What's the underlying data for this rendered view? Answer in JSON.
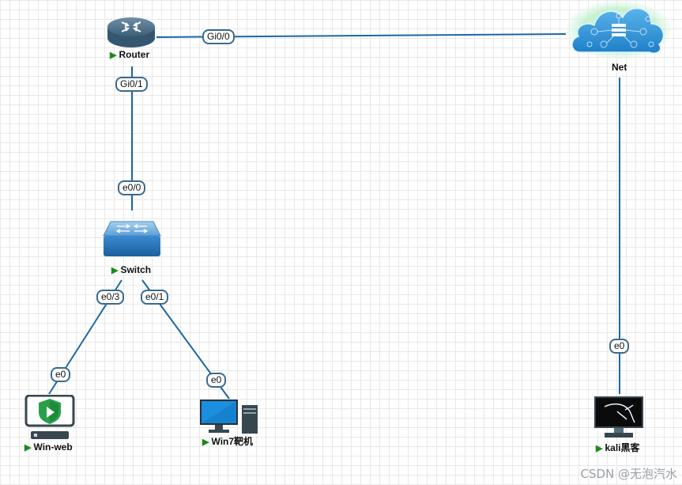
{
  "colors": {
    "link": "#1f66a3",
    "port_border": "#3a6a8e",
    "run_indicator": "#1a8a1a"
  },
  "nodes": {
    "router": {
      "label": "Router",
      "icon": "router-icon",
      "running": true
    },
    "net": {
      "label": "Net",
      "icon": "cloud-network-icon",
      "running": false
    },
    "switch": {
      "label": "Switch",
      "icon": "switch-icon",
      "running": true
    },
    "win_web": {
      "label": "Win-web",
      "icon": "firewall-appliance-icon",
      "running": true
    },
    "win7": {
      "label": "Win7靶机",
      "icon": "desktop-pc-icon",
      "running": true
    },
    "kali": {
      "label": "kali黑客",
      "icon": "kali-monitor-icon",
      "running": true
    }
  },
  "links": [
    {
      "from": "router",
      "to": "net",
      "ports": [
        "Gi0/0"
      ]
    },
    {
      "from": "router",
      "to": "switch",
      "ports": [
        "Gi0/1",
        "e0/0"
      ]
    },
    {
      "from": "switch",
      "to": "win_web",
      "ports": [
        "e0/3",
        "e0"
      ]
    },
    {
      "from": "switch",
      "to": "win7",
      "ports": [
        "e0/1",
        "e0"
      ]
    },
    {
      "from": "net",
      "to": "kali",
      "ports": [
        "e0"
      ]
    }
  ],
  "run_indicator_glyph": "▶",
  "watermark": "CSDN @无泡汽水"
}
